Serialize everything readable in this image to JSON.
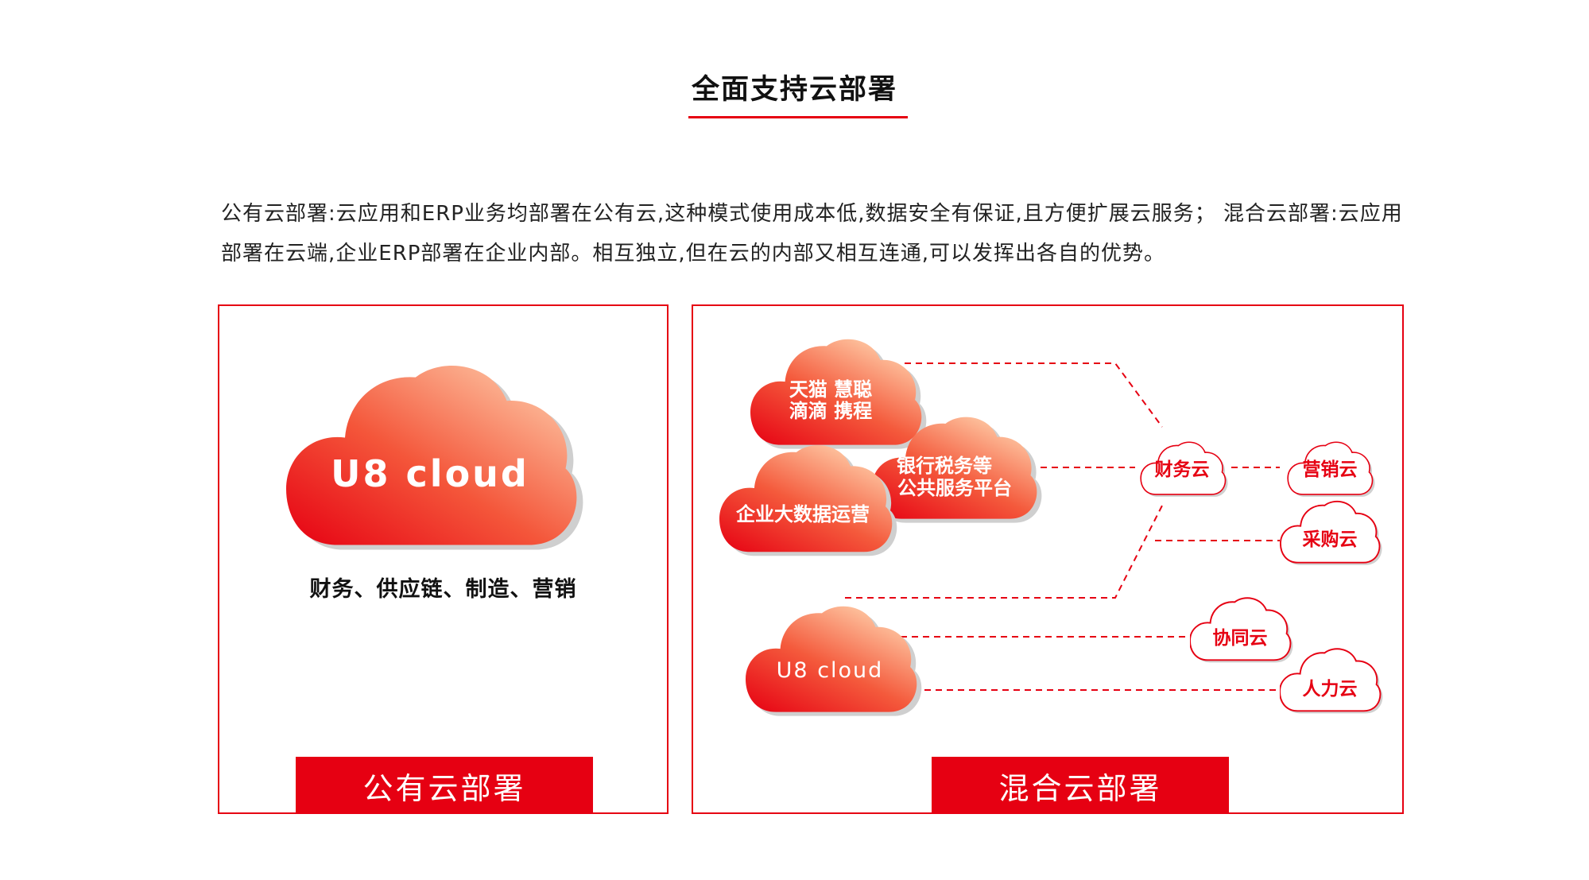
{
  "header": {
    "title": "全面支持云部署"
  },
  "intro": {
    "text": "公有云部署:云应用和ERP业务均部署在公有云,这种模式使用成本低,数据安全有保证,且方便扩展云服务； 混合云部署:云应用部署在云端,企业ERP部署在企业内部。相互独立,但在云的内部又相互连通,可以发挥出各自的优势。"
  },
  "public_cloud": {
    "cloud_label": "U8 cloud",
    "modules": "财务、供应链、制造、营销",
    "panel_label": "公有云部署"
  },
  "hybrid_cloud": {
    "partners_line1": "天猫 慧聪",
    "partners_line2": "滴滴 携程",
    "bank_line1": "银行税务等",
    "bank_line2": "公共服务平台",
    "enterprise": "企业大数据运营",
    "u8": "U8 cloud",
    "finance_cloud": "财务云",
    "marketing_cloud": "营销云",
    "procurement_cloud": "采购云",
    "collab_cloud": "协同云",
    "hr_cloud": "人力云",
    "panel_label": "混合云部署"
  },
  "colors": {
    "accent": "#e60012",
    "cloud_light": "#ffc9a0"
  }
}
